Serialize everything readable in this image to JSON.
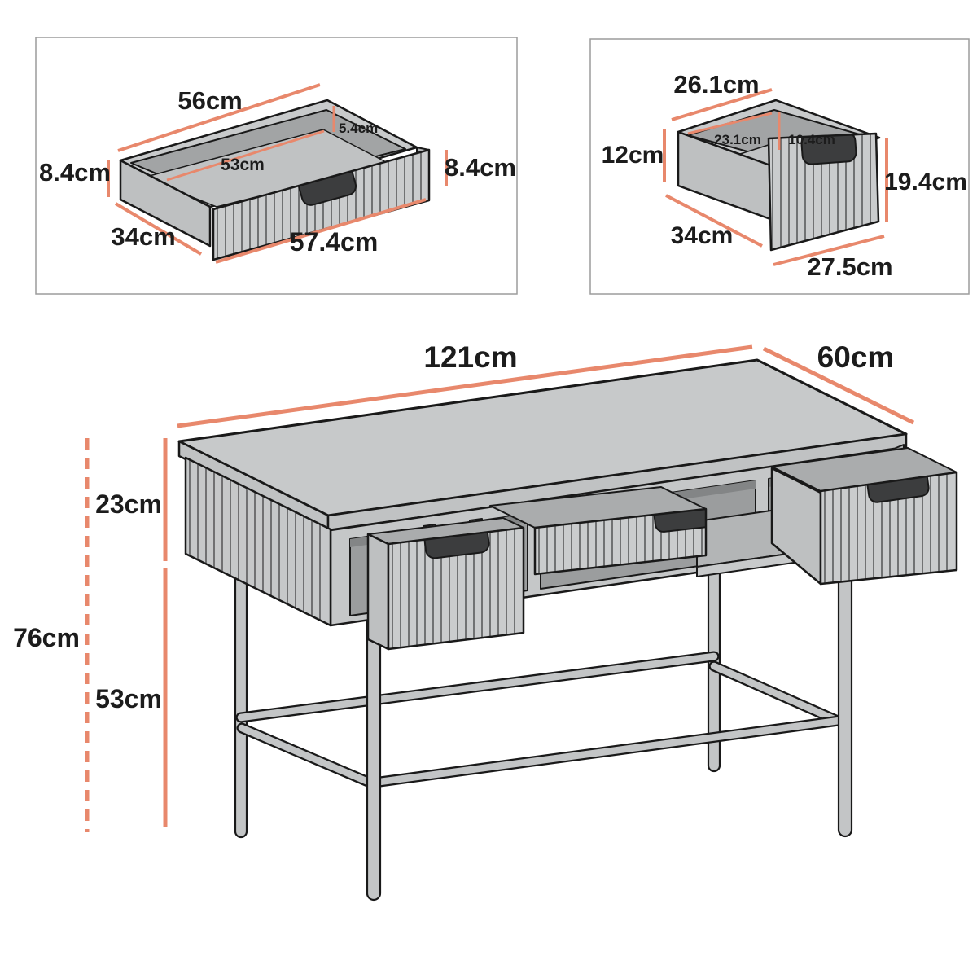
{
  "colors": {
    "accent": "#E8886C",
    "outline": "#191919",
    "body_fill": "#C8CACB",
    "interior_fill": "#9B9D9E",
    "handle": "#3C3D3E",
    "panel_border": "#9C9C9C",
    "background": "#FFFFFF"
  },
  "panels": {
    "wide_drawer": {
      "labels": {
        "width_top": "56cm",
        "inner_width": "53cm",
        "inner_depth": "5.4cm",
        "height_left": "8.4cm",
        "height_right": "8.4cm",
        "depth": "34cm",
        "front_width": "57.4cm"
      }
    },
    "side_drawer": {
      "labels": {
        "width_top": "26.1cm",
        "height_left": "12cm",
        "inner_width": "23.1cm",
        "inner_depth": "10.4cm",
        "front_height": "19.4cm",
        "depth": "34cm",
        "front_width": "27.5cm"
      }
    },
    "desk": {
      "labels": {
        "width": "121cm",
        "depth": "60cm",
        "apron_height": "23cm",
        "total_height": "76cm",
        "leg_clearance": "53cm"
      }
    }
  }
}
